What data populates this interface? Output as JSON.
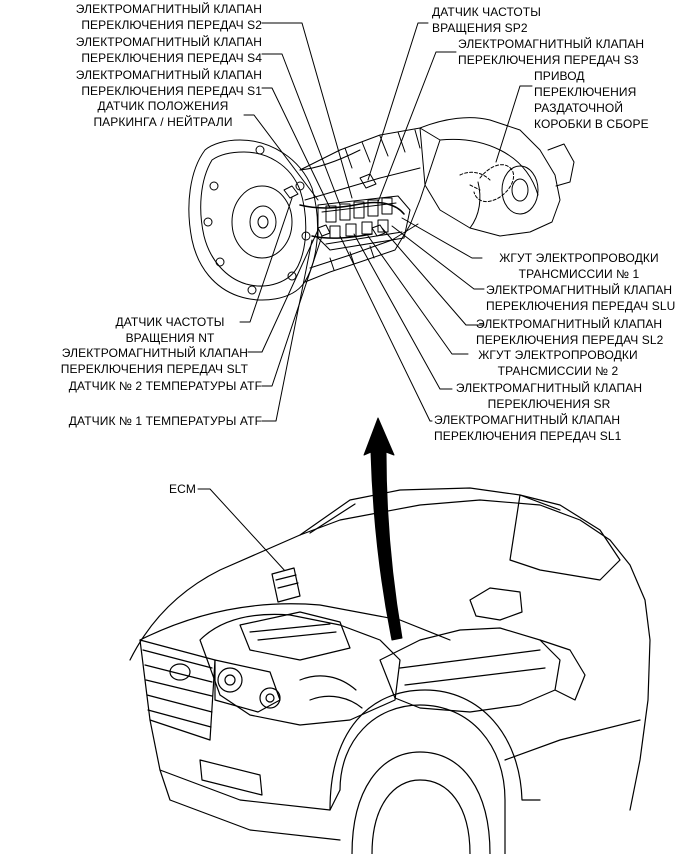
{
  "labels": {
    "sol_s2": [
      "ЭЛЕКТРОМАГНИТНЫЙ КЛАПАН",
      "ПЕРЕКЛЮЧЕНИЯ ПЕРЕДАЧ S2"
    ],
    "sol_s4": [
      "ЭЛЕКТРОМАГНИТНЫЙ КЛАПАН",
      "ПЕРЕКЛЮЧЕНИЯ ПЕРЕДАЧ S4"
    ],
    "sol_s1": [
      "ЭЛЕКТРОМАГНИТНЫЙ КЛАПАН",
      "ПЕРЕКЛЮЧЕНИЯ ПЕРЕДАЧ S1"
    ],
    "park_neutral": [
      "ДАТЧИК ПОЛОЖЕНИЯ",
      "ПАРКИНГА / НЕЙТРАЛИ"
    ],
    "speed_sp2": [
      "ДАТЧИК ЧАСТОТЫ",
      "ВРАЩЕНИЯ SP2"
    ],
    "sol_s3": [
      "ЭЛЕКТРОМАГНИТНЫЙ КЛАПАН",
      "ПЕРЕКЛЮЧЕНИЯ ПЕРЕДАЧ S3"
    ],
    "transfer_actuator": [
      "ПРИВОД",
      "ПЕРЕКЛЮЧЕНИЯ",
      "РАЗДАТОЧНОЙ",
      "КОРОБКИ В СБОРЕ"
    ],
    "wire_harness_1": [
      "ЖГУТ ЭЛЕКТРОПРОВОДКИ",
      "ТРАНСМИССИИ № 1"
    ],
    "sol_slu": [
      "ЭЛЕКТРОМАГНИТНЫЙ КЛАПАН",
      "ПЕРЕКЛЮЧЕНИЯ ПЕРЕДАЧ SLU"
    ],
    "sol_sl2": [
      "ЭЛЕКТРОМАГНИТНЫЙ КЛАПАН",
      "ПЕРЕКЛЮЧЕНИЯ ПЕРЕДАЧ SL2"
    ],
    "wire_harness_2": [
      "ЖГУТ ЭЛЕКТРОПРОВОДКИ",
      "ТРАНСМИССИИ № 2"
    ],
    "sol_sr": [
      "ЭЛЕКТРОМАГНИТНЫЙ КЛАПАН",
      "ПЕРЕКЛЮЧЕНИЯ SR"
    ],
    "sol_sl1": [
      "ЭЛЕКТРОМАГНИТНЫЙ КЛАПАН",
      "ПЕРЕКЛЮЧЕНИЯ ПЕРЕДАЧ SL1"
    ],
    "speed_nt": [
      "ДАТЧИК ЧАСТОТЫ",
      "ВРАЩЕНИЯ NT"
    ],
    "sol_slt": [
      "ЭЛЕКТРОМАГНИТНЫЙ КЛАПАН",
      "ПЕРЕКЛЮЧЕНИЯ ПЕРЕДАЧ SLT"
    ],
    "atf_temp_2": [
      "ДАТЧИК № 2 ТЕМПЕРАТУРЫ ATF"
    ],
    "atf_temp_1": [
      "ДАТЧИК № 1 ТЕМПЕРАТУРЫ ATF"
    ],
    "ecm": [
      "ECM"
    ]
  },
  "colors": {
    "ink": "#000000",
    "paper": "#ffffff"
  }
}
